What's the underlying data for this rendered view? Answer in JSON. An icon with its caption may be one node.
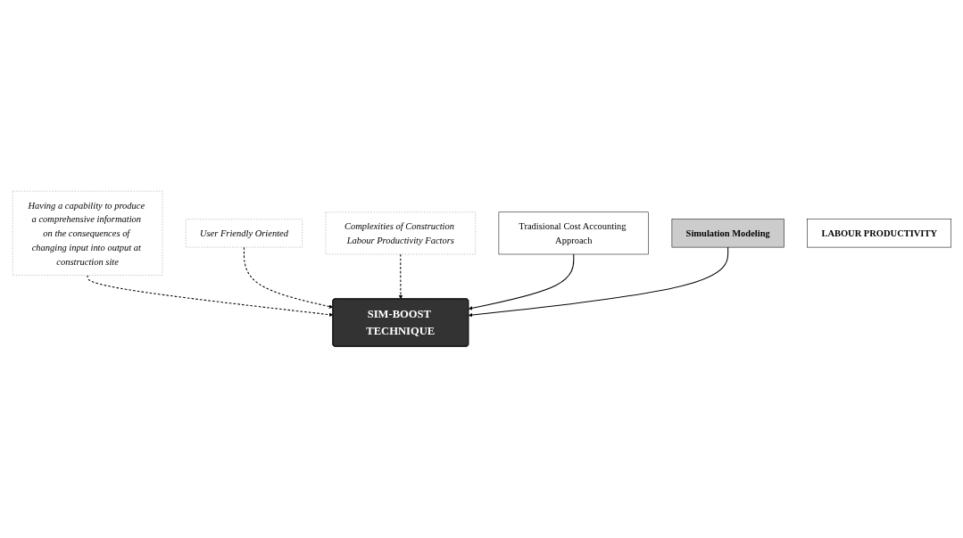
{
  "diagram": {
    "nodes": [
      {
        "text": [
          "Having a capability to produce a comprehensive information on the consequences of changing input into output at construction site"
        ]
      },
      {
        "text": [
          "SIM-BOOST TECHNIQUE"
        ]
      },
      {
        "text": [
          "User Friendly Oriented"
        ]
      },
      {
        "text": [
          "Complexities of Construction Labour Productivity Factors"
        ]
      },
      {
        "text": [
          "Tradisional Cost Accounting Approach"
        ]
      },
      {
        "text": [
          "Simulation Modeling"
        ]
      },
      {
        "text": [
          "LABOUR PRODUCTIVITY"
        ]
      }
    ],
    "edges": [
      {
        "from": 0,
        "to": 1,
        "arrow": "to",
        "style": "dashed"
      },
      {
        "from": 2,
        "to": 1,
        "arrow": "to",
        "style": "dashed"
      },
      {
        "from": 3,
        "to": 1,
        "arrow": "to",
        "style": "dashed"
      },
      {
        "from": 4,
        "to": 1,
        "arrow": "to"
      },
      {
        "from": 5,
        "to": 1,
        "arrow": "to"
      }
    ]
  }
}
